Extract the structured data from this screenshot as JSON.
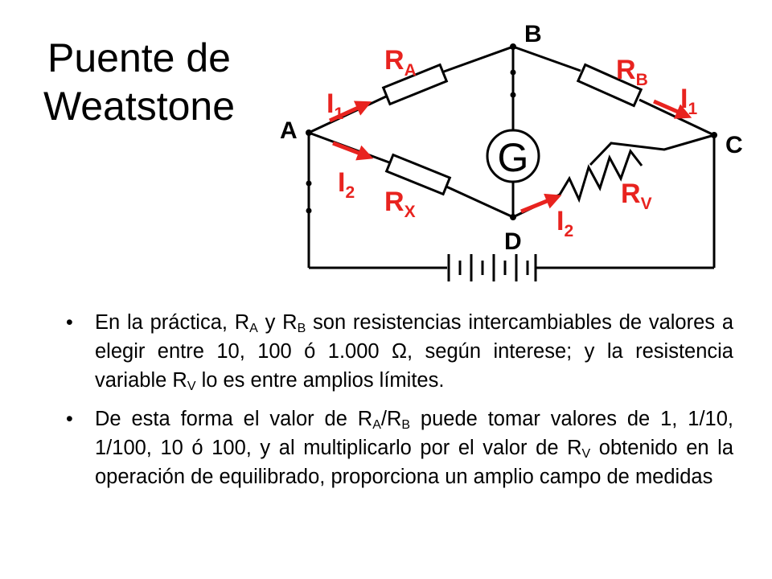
{
  "title": {
    "line1": "Puente de",
    "line2": "Weatstone"
  },
  "diagram": {
    "nodes": {
      "a": "A",
      "b": "B",
      "c": "C",
      "d": "D"
    },
    "galvanometer": "G",
    "resistors": {
      "ra": {
        "main": "R",
        "sub": "A"
      },
      "rb": {
        "main": "R",
        "sub": "B"
      },
      "rx": {
        "main": "R",
        "sub": "X"
      },
      "rv": {
        "main": "R",
        "sub": "V"
      }
    },
    "currents": {
      "i1_left": {
        "main": "I",
        "sub": "1"
      },
      "i1_right": {
        "main": "I",
        "sub": "1"
      },
      "i2_left": {
        "main": "I",
        "sub": "2"
      },
      "i2_right": {
        "main": "I",
        "sub": "2"
      }
    },
    "colors": {
      "current": "#e8231f",
      "wire": "#000000"
    }
  },
  "bullets": {
    "b1": {
      "t1": "En la práctica, R",
      "s1": "A",
      "t2": " y R",
      "s2": "B",
      "t3": " son resistencias intercambiables de valores a elegir entre 10, 100 ó 1.000 Ω, según interese; y la resistencia variable R",
      "s3": "V",
      "t4": " lo es entre amplios límites."
    },
    "b2": {
      "t1": "De esta forma el valor de R",
      "s1": "A",
      "t2": "/R",
      "s2": "B",
      "t3": " puede tomar valores de 1, 1/10, 1/100, 10 ó 100, y al multiplicarlo por el valor de R",
      "s3": "V",
      "t4": " obtenido en la operación de equilibrado, proporciona un amplio campo de medidas"
    },
    "marker": "•"
  }
}
